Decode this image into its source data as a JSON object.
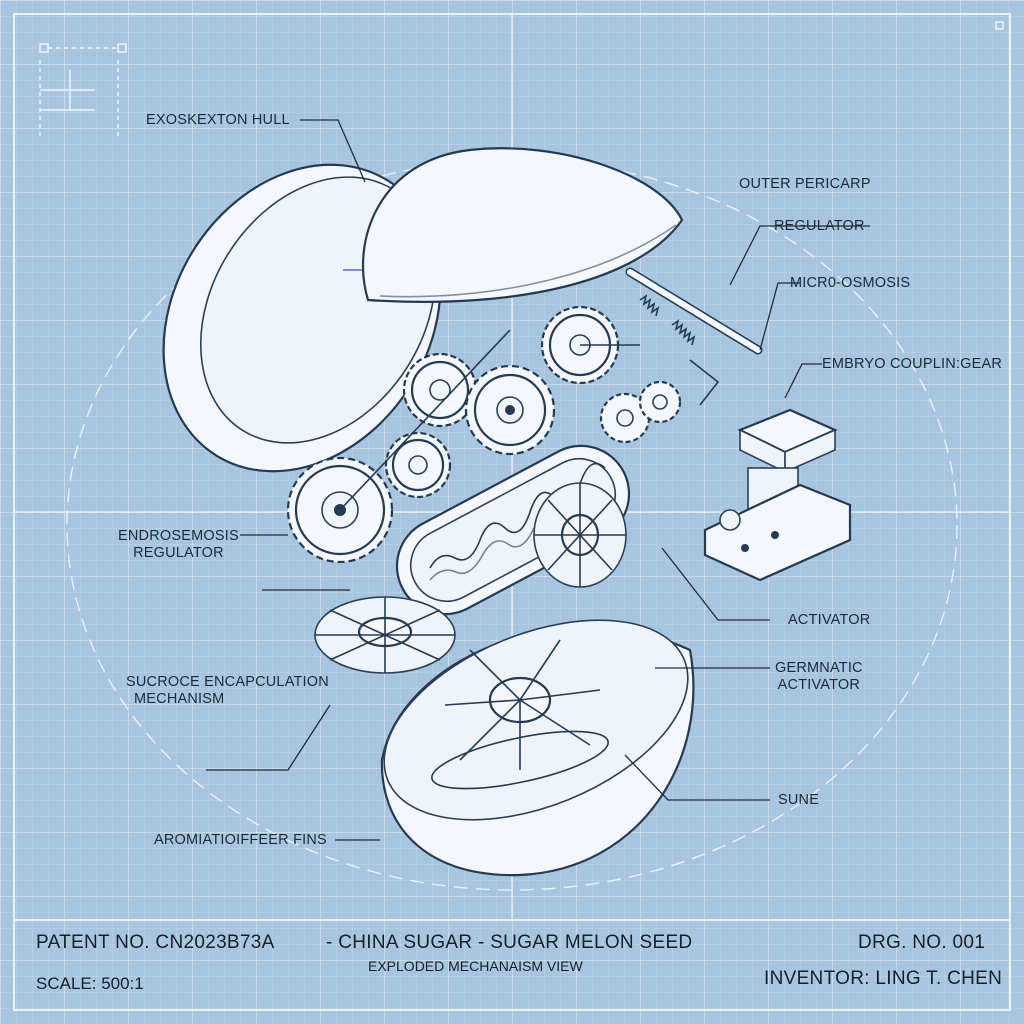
{
  "labels": {
    "exoskeleton_hull": "EXOSKEXTON HULL",
    "outer_pericarp": "OUTER PERICARP",
    "regulator": "REGULATOR",
    "micro_osmosis": "MICR0-OSMOSIS",
    "embryo_coupling_gear": "EMBRYO COUPLIN:GEAR",
    "endrosemosis_regulator": [
      "ENDROSEMOSIS",
      "REGULATOR"
    ],
    "activator": "ACTIVATOR",
    "germnatic_activator": [
      "GERMNATIC",
      "ACTIVATOR"
    ],
    "sucroce_encapculation": [
      "SUCROCE ENCAPCULATION",
      "MECHANISM"
    ],
    "sune": "SUNE",
    "aromiatic_fins": "AROMIATIOIFFEER FINS"
  },
  "title_block": {
    "patent_no": "PATENT NO. CN2023B73A",
    "title": "- CHINA SUGAR - SUGAR MELON SEED",
    "subtitle": "EXPLODED MECHANAISM VIEW",
    "drg_no": "DRG. NO. 001",
    "scale": "SCALE: 500:1",
    "inventor": "INVENTOR:  LING T. CHEN"
  },
  "colors": {
    "background": "#a8c5df",
    "ink": "#263a52",
    "part_fill": "#f4f8fc"
  }
}
